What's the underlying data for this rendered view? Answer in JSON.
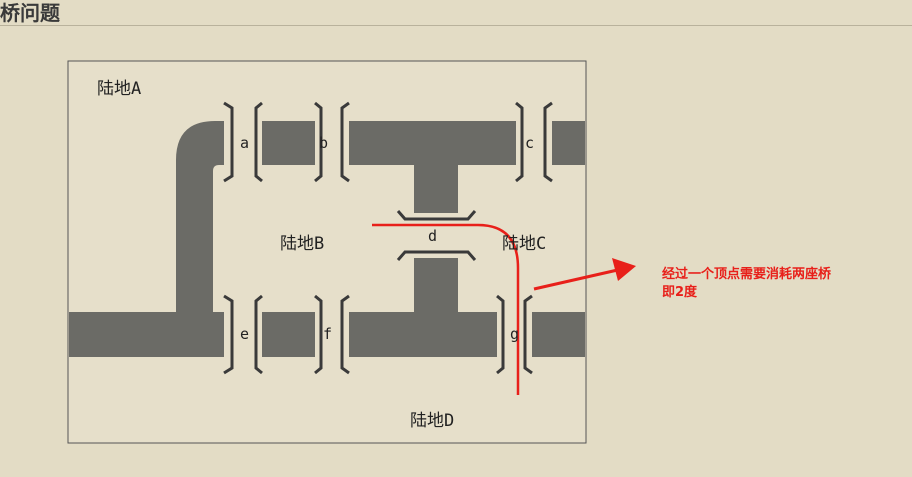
{
  "header": {
    "title": "桥问题"
  },
  "map": {
    "regions": {
      "a": "陆地A",
      "b": "陆地B",
      "c": "陆地C",
      "d": "陆地D"
    },
    "bridges": [
      "a",
      "b",
      "c",
      "d",
      "e",
      "f",
      "g"
    ]
  },
  "annotation": {
    "line1": "经过一个顶点需要消耗两座桥",
    "line2": "即2度"
  },
  "colors": {
    "river": "#6b6b66",
    "accent": "#e8201a"
  }
}
